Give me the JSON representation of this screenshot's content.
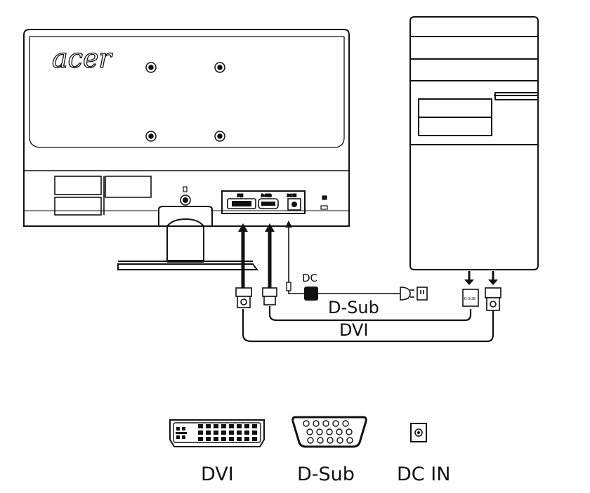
{
  "monitor": {
    "brand": "acer",
    "port_labels": [
      "DVI",
      "D-SUB",
      "DC IN"
    ]
  },
  "cables": {
    "dc_label": "DC",
    "dsub_label": "D-Sub",
    "dvi_label": "DVI",
    "dsub_plug_text": "D-SUB"
  },
  "legend": {
    "dvi": "DVI",
    "dsub": "D-Sub",
    "dcin": "DC IN"
  }
}
